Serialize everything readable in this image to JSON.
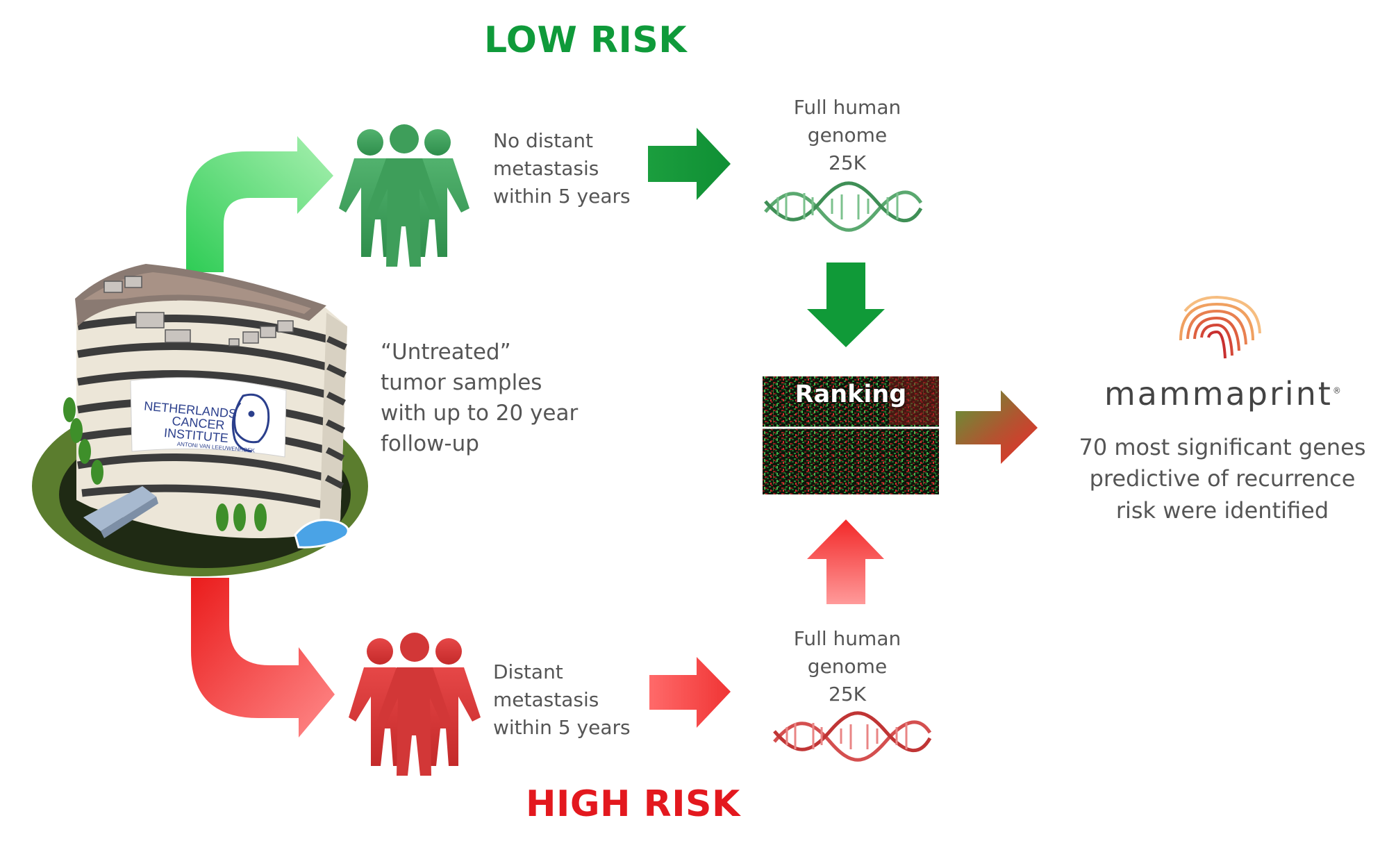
{
  "labels": {
    "low_risk": "LOW RISK",
    "high_risk": "HIGH RISK"
  },
  "low_group": {
    "description": [
      "No distant",
      "metastasis",
      "within 5 years"
    ]
  },
  "high_group": {
    "description": [
      "Distant",
      "metastasis",
      "within 5 years"
    ]
  },
  "genome_top": [
    "Full human",
    "genome",
    "25K"
  ],
  "genome_bottom": [
    "Full human",
    "genome",
    "25K"
  ],
  "samples": [
    "“Untreated”",
    "tumor samples",
    "with up to 20 year",
    "follow-up"
  ],
  "building_sign": [
    "NETHERLANDS",
    "CANCER",
    "INSTITUTE",
    "ANTONI VAN LEEUWENHOEK"
  ],
  "ranking": "Ranking",
  "brand": "mammaprint",
  "brand_mark": "®",
  "result": [
    "70 most significant genes",
    "predictive of recurrence",
    "risk were identified"
  ],
  "colors": {
    "low": "#0f9a3a",
    "high": "#e3181e",
    "text": "#555555"
  }
}
